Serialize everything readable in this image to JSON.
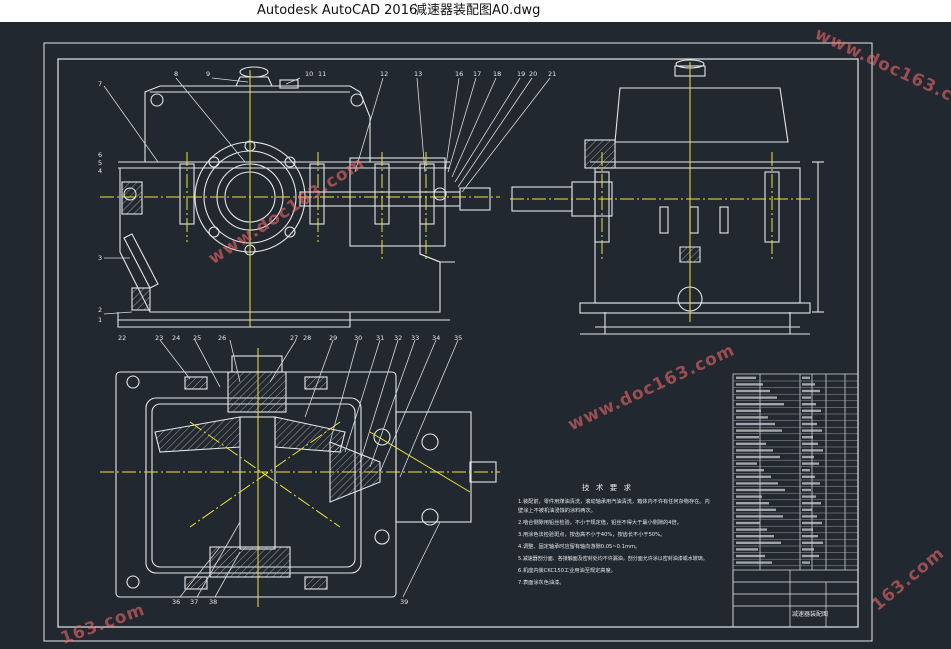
{
  "window": {
    "app_name": "Autodesk AutoCAD 2016",
    "file_name": "减速器装配图A0.dwg"
  },
  "colors": {
    "background": "#212830",
    "line_white": "#e6e6e6",
    "center_line": "#f2e23a",
    "dim_line": "#d9d9d9",
    "watermark": "#ff6e6e"
  },
  "watermark": {
    "text": "www.doc163.com",
    "short": "163.com"
  },
  "tech_requirements": {
    "title": "技 术 要 求",
    "lines": [
      "1.装配前，零件用煤油清洗，滚动轴承用汽油清洗，箱体内不许有任何杂物存在。内",
      "  壁涂上不被机油浸蚀的涂料两次。",
      "2.啮合侧隙用铅丝检验，不小于规定值，铅丝不得大于最小侧隙的4倍。",
      "3.用涂色法检验斑点，按齿高不小于40%，按齿长不小于50%。",
      "4.调整、固定轴承时应留有轴向游隙0.05~0.1mm。",
      "5.减速器剖分面、各接触面及密封处均不许漏油，剖分面允许涂以密封油漆或水玻璃。",
      "6.机座内装CKC150工业用油至规定高度。",
      "7.表面涂灰色油漆。"
    ]
  },
  "balloons": {
    "top_view_top": [
      "8",
      "9",
      "10",
      "11",
      "12",
      "13",
      "16",
      "17",
      "18",
      "19",
      "20",
      "21"
    ],
    "top_view_left": [
      "7",
      "6",
      "5",
      "4",
      "3",
      "2",
      "1"
    ],
    "plan_view_top": [
      "22",
      "23",
      "24",
      "25",
      "26",
      "27",
      "28",
      "29",
      "30",
      "31",
      "32",
      "33",
      "34",
      "35"
    ],
    "plan_view_bottom": [
      "36",
      "37",
      "38",
      "39"
    ]
  },
  "title_block": {
    "drawing_name": "减速器装配图"
  }
}
